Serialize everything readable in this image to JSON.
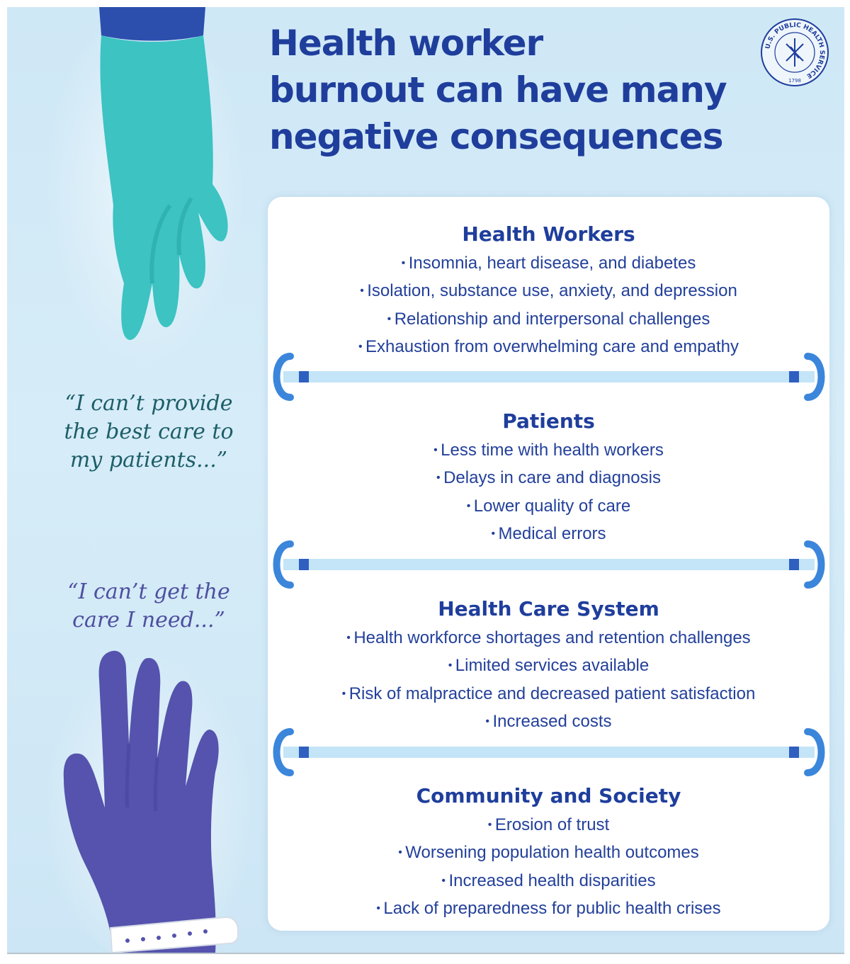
{
  "title": {
    "line1": "Health worker",
    "line2": "burnout can have many",
    "line3": "negative consequences"
  },
  "seal": {
    "text": "U.S. PUBLIC HEALTH SERVICE",
    "year": "1798",
    "icon": "public-health-service-seal"
  },
  "quotes": {
    "worker": {
      "line1": "“I can’t provide",
      "line2": "the best care to",
      "line3": "my patients...”"
    },
    "patient": {
      "line1": "“I can’t get the",
      "line2": "care I need...”"
    }
  },
  "sections": [
    {
      "heading": "Health Workers",
      "items": [
        "Insomnia, heart disease, and diabetes",
        "Isolation, substance use, anxiety, and depression",
        "Relationship and interpersonal challenges",
        "Exhaustion from overwhelming care and empathy"
      ]
    },
    {
      "heading": "Patients",
      "items": [
        "Less time with health workers",
        "Delays in care and diagnosis",
        "Lower quality of care",
        "Medical errors"
      ]
    },
    {
      "heading": "Health Care System",
      "items": [
        "Health workforce shortages and retention challenges",
        "Limited services available",
        "Risk of malpractice and decreased patient satisfaction",
        "Increased costs"
      ]
    },
    {
      "heading": "Community and Society",
      "items": [
        "Erosion of trust",
        "Worsening population health outcomes",
        "Increased health disparities",
        "Lack of preparedness for public health crises"
      ]
    }
  ],
  "colors": {
    "title": "#1f3e9c",
    "background": "#d3eaf7",
    "glove_top": "#3cc3c2",
    "sleeve_top": "#2c4fae",
    "glove_bottom": "#5553ad",
    "divider": "#3b86db",
    "divider_bar": "#c4e4f7"
  }
}
